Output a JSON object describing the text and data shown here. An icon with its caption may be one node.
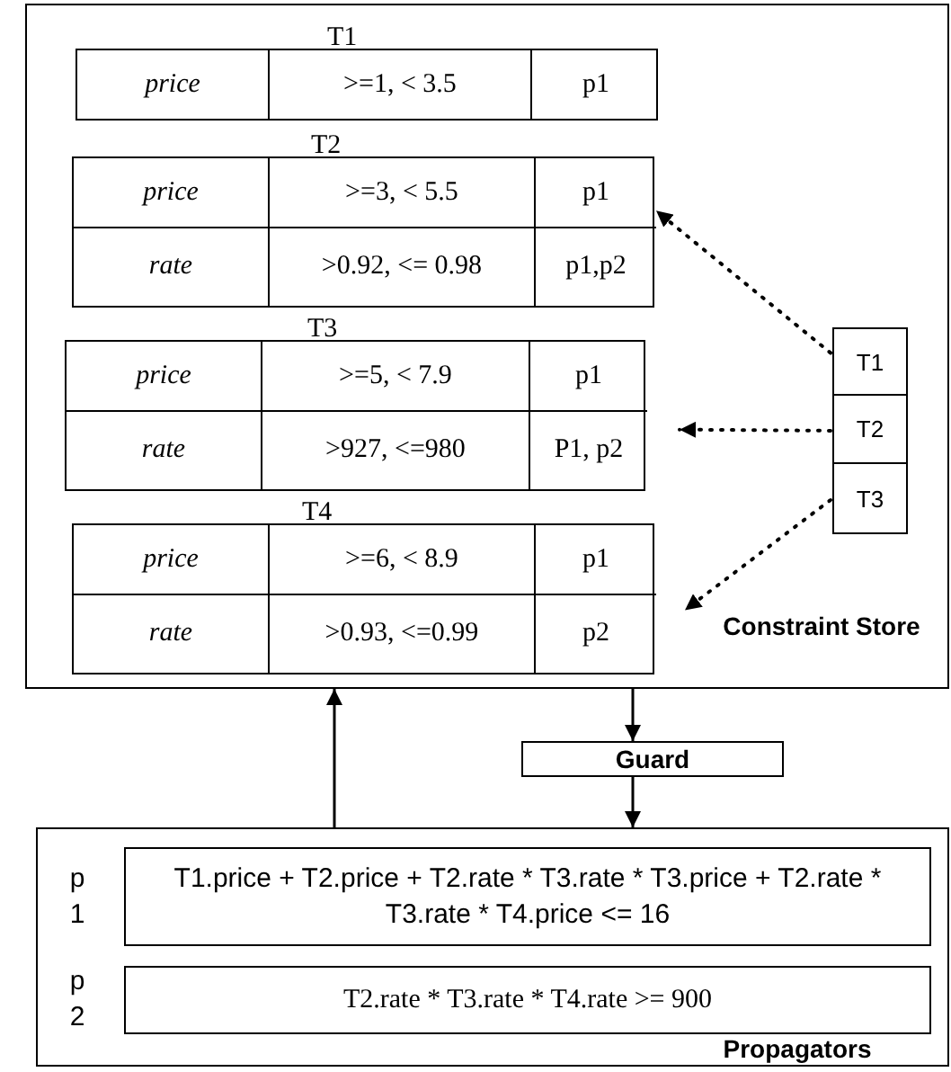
{
  "diagram": {
    "nodes": [
      {
        "text": [
          "Constraint Store"
        ]
      },
      {
        "text": [
          "T1",
          "price",
          ">=1, < 3.5",
          "p1"
        ],
        "in": 0
      },
      {
        "text": [
          "T2",
          "price",
          ">=3, < 5.5",
          "p1",
          "rate",
          ">0.92, <= 0.98",
          "p1,p2"
        ],
        "in": 0
      },
      {
        "text": [
          "T3",
          "price",
          ">=5, < 7.9",
          "p1",
          "rate",
          ">927, <=980",
          "P1, p2"
        ],
        "in": 0
      },
      {
        "text": [
          "T4",
          "price",
          ">=6, < 8.9",
          "p1",
          "rate",
          ">0.93, <=0.99",
          "p2"
        ],
        "in": 0
      },
      {
        "text": [
          "T1"
        ],
        "in": 0
      },
      {
        "text": [
          "T2"
        ],
        "in": 0
      },
      {
        "text": [
          "T3"
        ],
        "in": 0
      },
      {
        "text": [
          "Guard"
        ]
      },
      {
        "text": [
          "Propagators"
        ]
      },
      {
        "text": [
          "T1.price + T2.price + T2.rate * T3.rate * T3.price + T2.rate * T3.rate * T4.price  <= 16"
        ],
        "beside": [
          "p 1"
        ],
        "in": 9
      },
      {
        "text": [
          "T2.rate * T3.rate * T4.rate >= 900"
        ],
        "beside": [
          "p 2"
        ],
        "in": 9
      }
    ],
    "edges": [
      {
        "from": 5,
        "to": 2,
        "arrow": "to",
        "style": "dashed"
      },
      {
        "from": 6,
        "to": 3,
        "arrow": "to",
        "style": "dashed"
      },
      {
        "from": 7,
        "to": 4,
        "arrow": "to",
        "style": "dashed"
      },
      {
        "from": 0,
        "to": 8,
        "arrow": "to"
      },
      {
        "from": 8,
        "to": 9,
        "arrow": "to"
      },
      {
        "from": 9,
        "to": 0,
        "arrow": "to"
      }
    ]
  }
}
